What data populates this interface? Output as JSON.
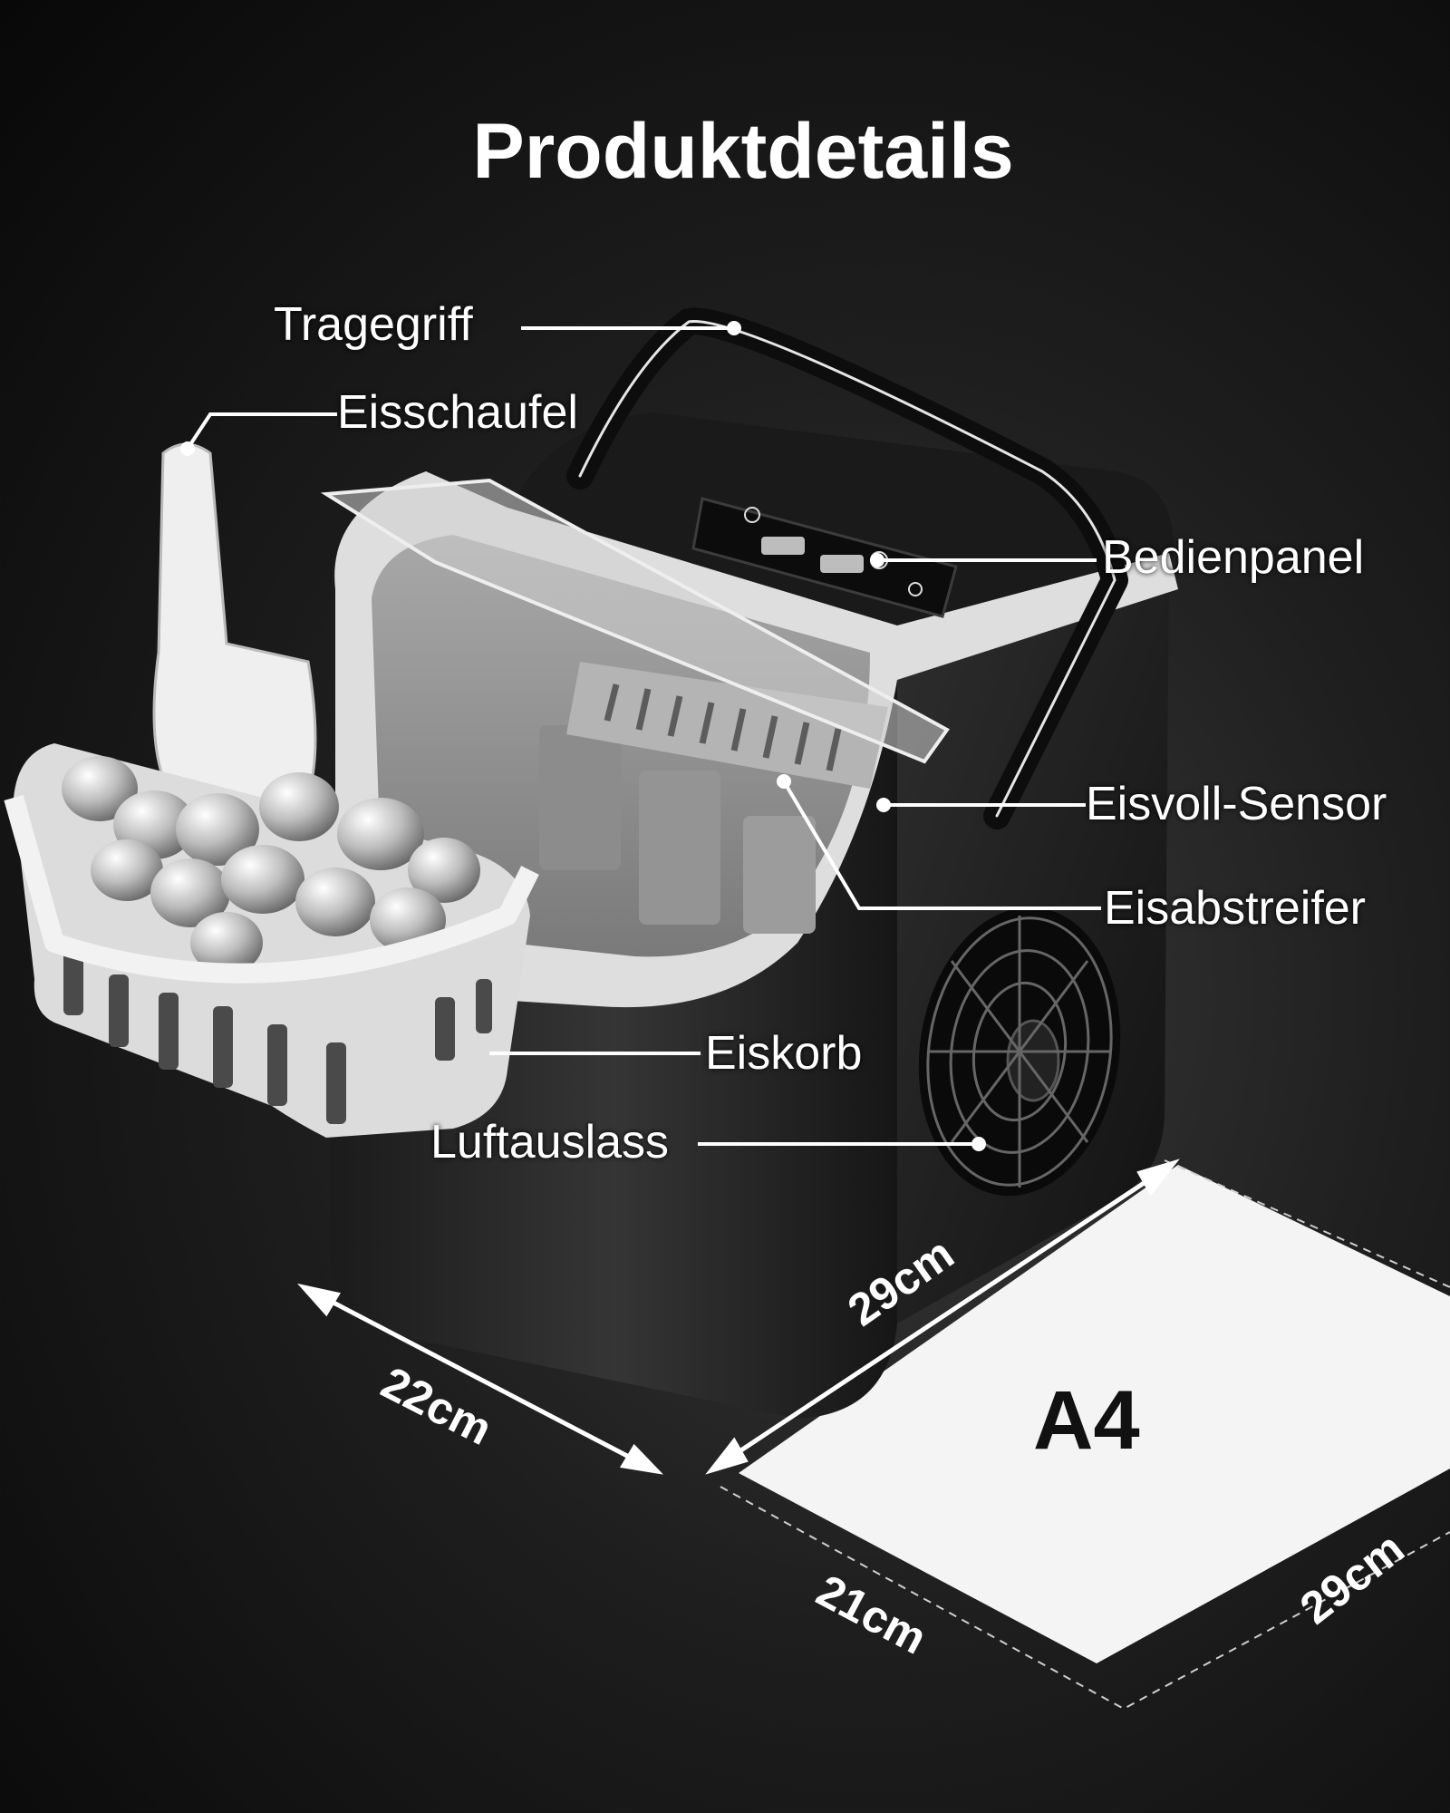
{
  "title": "Produktdetails",
  "labels": {
    "handle": "Tragegriff",
    "scoop": "Eisschaufel",
    "control_panel": "Bedienpanel",
    "ice_full_sensor": "Eisvoll-Sensor",
    "ice_scraper": "Eisabstreifer",
    "ice_basket": "Eiskorb",
    "air_outlet": "Luftauslass"
  },
  "dimensions": {
    "width": "22cm",
    "depth": "29cm",
    "paper_width": "21cm",
    "paper_height": "29cm",
    "paper_label": "A4"
  },
  "colors": {
    "background": "#111111",
    "body": "#2b2b2b",
    "trim": "#e8e8e8",
    "text": "#ffffff"
  }
}
